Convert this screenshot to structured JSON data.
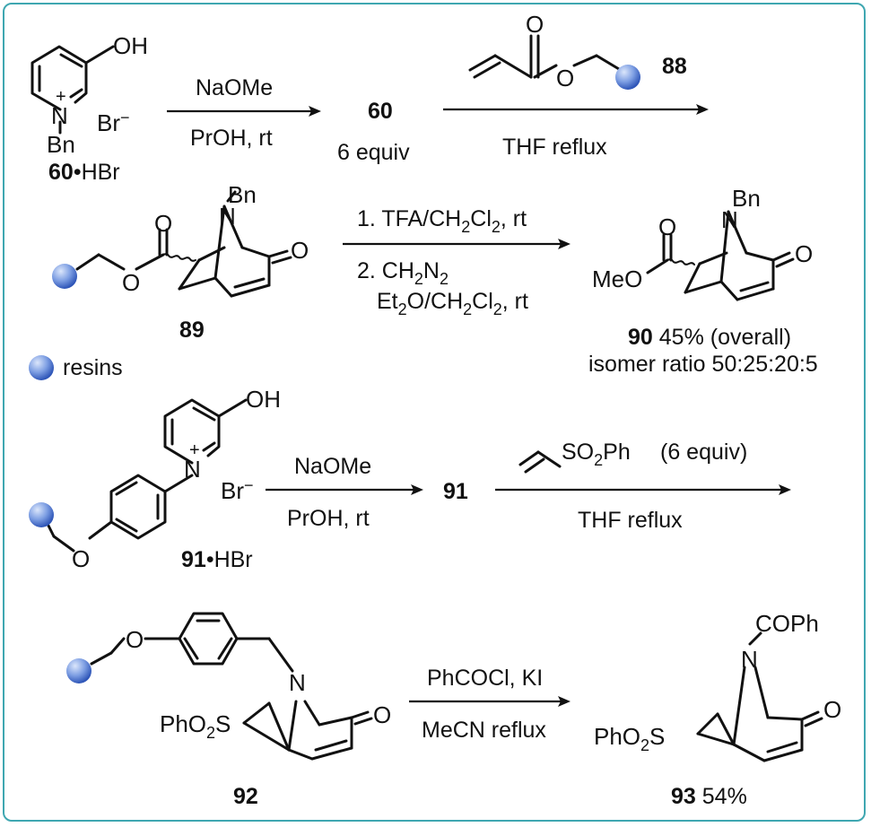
{
  "colors": {
    "border": "#3fa7b1",
    "resin_light": "#dbe6fb",
    "resin_dark": "#2f56b8"
  },
  "icons": {
    "resin": "blue-sphere-icon"
  },
  "row1": {
    "start_id": "60",
    "start_suffix": "•HBr",
    "OH": "OH",
    "N": "N",
    "Bn": "Bn",
    "Br": "Br",
    "arrow1_top": "NaOMe",
    "arrow1_bottom": "PrOH, rt",
    "intermediate_id": "60",
    "intermediate_equiv": "6 equiv",
    "reagent_id": "88",
    "reagent_O1": "O",
    "reagent_O2": "O",
    "arrow2_bottom": "THF reflux"
  },
  "row2": {
    "product_id": "89",
    "Bn": "Bn",
    "N": "N",
    "O_ketone": "O",
    "O_carbonyl": "O",
    "O_ester": "O",
    "step1": "1. TFA/CH",
    "step1_sub": "2",
    "step1_b": "Cl",
    "step1_sub2": "2",
    "step1_c": ", rt",
    "step2": "2. CH",
    "step2_sub": "2",
    "step2_b": "N",
    "step2_sub2": "2",
    "step2_line2_a": "Et",
    "step2_line2_sub": "2",
    "step2_line2_b": "O/CH",
    "step2_line2_sub2": "2",
    "step2_line2_c": "Cl",
    "step2_line2_sub3": "2",
    "step2_line2_d": ", rt",
    "product2_id": "90",
    "product2_yield": "45% (overall)",
    "isomer_ratio": "isomer ratio 50:25:20:5",
    "MeO": "MeO",
    "legend_label": "resins"
  },
  "row3": {
    "start_id": "91",
    "start_suffix": "•HBr",
    "OH": "OH",
    "N": "N",
    "O": "O",
    "Br": "Br",
    "arrow1_top": "NaOMe",
    "arrow1_bottom": "PrOH, rt",
    "intermediate_id": "91",
    "reagent_a": "SO",
    "reagent_sub": "2",
    "reagent_b": "Ph",
    "reagent_equiv": "(6 equiv)",
    "arrow2_bottom": "THF reflux"
  },
  "row4": {
    "product_id": "92",
    "O": "O",
    "N": "N",
    "O_ketone": "O",
    "PhO2S_a": "PhO",
    "PhO2S_sub": "2",
    "PhO2S_b": "S",
    "arrow_top": "PhCOCl, KI",
    "arrow_bottom": "MeCN reflux",
    "product2_id": "93",
    "product2_yield": "54%",
    "COPh": "COPh",
    "N2": "N",
    "O_ketone2": "O",
    "PhO2S2_a": "PhO",
    "PhO2S2_sub": "2",
    "PhO2S2_b": "S"
  }
}
